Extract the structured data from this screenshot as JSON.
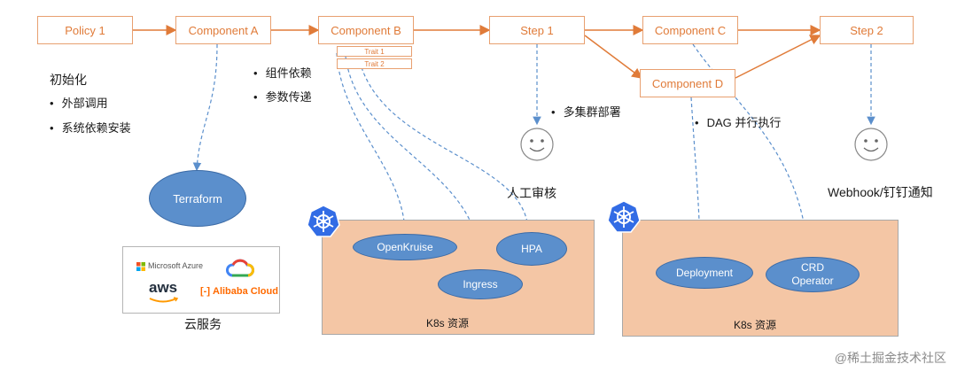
{
  "nodes": {
    "policy1": "Policy 1",
    "component_a": "Component A",
    "component_b": "Component B",
    "step1": "Step 1",
    "component_c": "Component C",
    "component_d": "Component D",
    "step2": "Step 2",
    "trait1": "Trait 1",
    "trait2": "Trait 2"
  },
  "annotations": {
    "init_title": "初始化",
    "init_items": [
      "外部调用",
      "系统依赖安装"
    ],
    "comp_items": [
      "组件依赖",
      "参数传递"
    ],
    "multicluster": "多集群部署",
    "dag": "DAG 并行执行",
    "manual_review": "人工审核",
    "webhook": "Webhook/钉钉通知"
  },
  "resources": {
    "terraform": "Terraform",
    "openkruise": "OpenKruise",
    "hpa": "HPA",
    "ingress": "Ingress",
    "deployment": "Deployment",
    "crd_line1": "CRD",
    "crd_line2": "Operator",
    "k8s_label_left": "K8s 资源",
    "k8s_label_right": "K8s 资源"
  },
  "cloud": {
    "microsoft": "Microsoft Azure",
    "aws": "aws",
    "alibaba": "Alibaba Cloud",
    "caption": "云服务"
  },
  "watermark": "@稀土掘金技术社区",
  "colors": {
    "node_border": "#e8a070",
    "node_text": "#e07b39",
    "panel_fill": "#f4c6a5",
    "ellipse_fill": "#5b8fcc",
    "dashed_line": "#5b8fcc",
    "k8s_blue": "#326ce5"
  },
  "icons": [
    "kubernetes-icon",
    "smiley-face-icon",
    "google-cloud-icon",
    "microsoft-logo-icon"
  ]
}
